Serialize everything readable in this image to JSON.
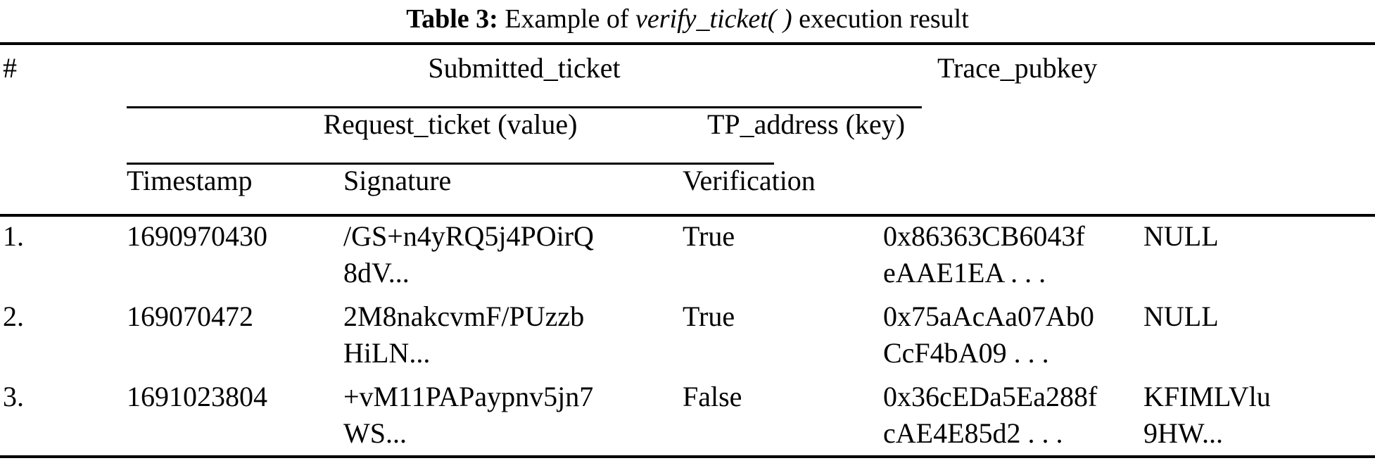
{
  "caption": {
    "label": "Table 3:",
    "text_before": "Example of",
    "emphasis": "verify_ticket( )",
    "text_after": "execution result"
  },
  "table": {
    "header": {
      "number_col": "#",
      "submitted_ticket": "Submitted_ticket",
      "trace_pubkey": "Trace_pubkey",
      "request_ticket": "Request_ticket (value)",
      "tp_address": "TP_address (key)",
      "timestamp": "Timestamp",
      "signature": "Signature",
      "verification": "Verification"
    },
    "rows": [
      {
        "num": "1.",
        "timestamp": "1690970430",
        "signature_line1": "/GS+n4yRQ5j4POirQ",
        "signature_line2": "8dV...",
        "verification": "True",
        "tp_address_line1": "0x86363CB6043f",
        "tp_address_line2": "eAAE1EA . . .",
        "trace_pubkey_line1": "NULL",
        "trace_pubkey_line2": ""
      },
      {
        "num": "2.",
        "timestamp": "169070472",
        "signature_line1": "2M8nakcvmF/PUzzb",
        "signature_line2": "HiLN...",
        "verification": "True",
        "tp_address_line1": "0x75aAcAa07Ab0",
        "tp_address_line2": "CcF4bA09 . . .",
        "trace_pubkey_line1": "NULL",
        "trace_pubkey_line2": ""
      },
      {
        "num": "3.",
        "timestamp": "1691023804",
        "signature_line1": "+vM11PAPaypnv5jn7",
        "signature_line2": "WS...",
        "verification": "False",
        "tp_address_line1": "0x36cEDa5Ea288f",
        "tp_address_line2": "cAE4E85d2 . . .",
        "trace_pubkey_line1": "KFIMLVlu",
        "trace_pubkey_line2": "9HW..."
      }
    ]
  },
  "colors": {
    "rule": "#000000",
    "text": "#000000",
    "background": "#ffffff"
  }
}
